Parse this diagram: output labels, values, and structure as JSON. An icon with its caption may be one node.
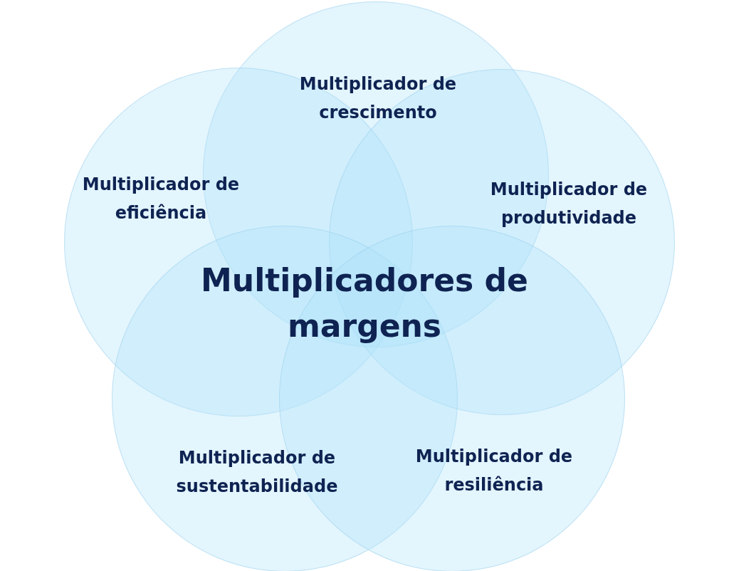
{
  "diagram": {
    "nodes": [
      {
        "text": [
          "Multiplicador de crescimento"
        ]
      },
      {
        "text": [
          "Multiplicador de eficiência"
        ]
      },
      {
        "text": [
          "Multiplicador de produtividade"
        ]
      },
      {
        "text": [
          "Multiplicador de sustentabilidade"
        ]
      },
      {
        "text": [
          "Multiplicador de resiliência"
        ]
      }
    ],
    "labels": [
      "Multiplicadores de margens"
    ]
  }
}
